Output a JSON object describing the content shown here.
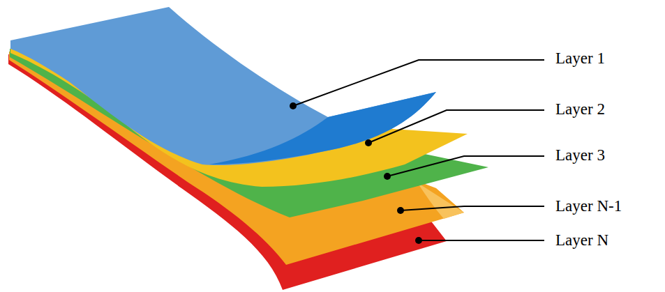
{
  "diagram": {
    "labels": [
      "Layer 1",
      "Layer 2",
      "Layer 3",
      "Layer N-1",
      "Layer N"
    ]
  }
}
